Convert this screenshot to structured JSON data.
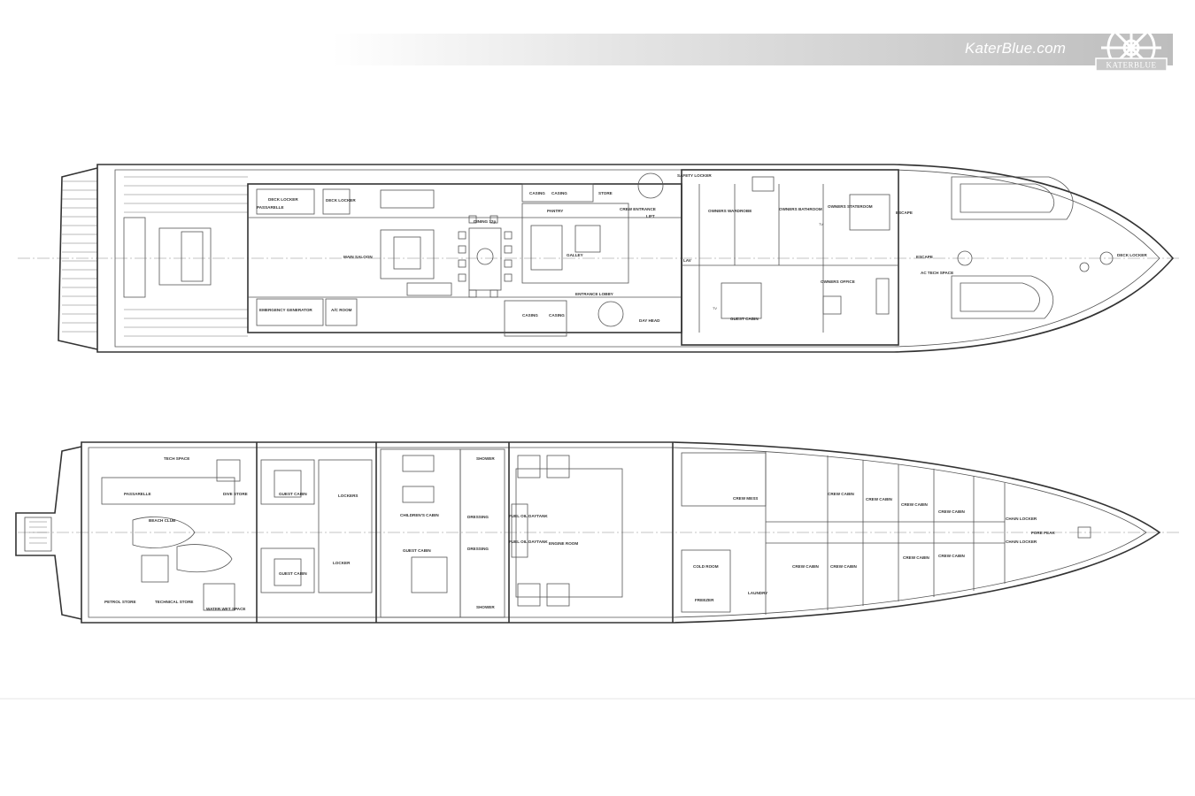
{
  "header": {
    "brand": "KaterBlue.com",
    "logo_text": "KATERBLUE",
    "logo_icon": "ship-wheel-icon"
  },
  "main_deck": {
    "labels": {
      "passarelle": "PASSARELLE",
      "deck_locker_aft": "DECK LOCKER",
      "deck_locker_2": "DECK LOCKER",
      "main_saloon": "MAIN SALOON",
      "dining": "DINING 12p",
      "pantry": "PANTRY",
      "galley": "GALLEY",
      "casing_1": "CASING",
      "casing_2": "CASING",
      "casing_3": "CASING",
      "casing_4": "CASING",
      "store": "STORE",
      "crew_entrance": "CREW ENTRANCE",
      "lift": "LIFT",
      "entrance_lobby": "ENTRANCE LOBBY",
      "emergency_generator": "EMERGENCY GENERATOR",
      "ac_room": "A/C ROOM",
      "day_head": "DAY HEAD",
      "safety_locker": "SAFETY LOCKER",
      "owners_wardrobe": "OWNERS WARDROBE",
      "owners_bathroom": "OWNERS BATHROOM",
      "owners_stateroom": "OWNERS STATEROOM",
      "owners_office": "OWNERS OFFICE",
      "guest_cabin": "GUEST CABIN",
      "escape": "ESCAPE",
      "escape_2": "ESCAPE",
      "ac_tech_space": "AC TECH SPACE",
      "deck_locker_fwd": "DECK LOCKER",
      "tv": "TV",
      "tv_2": "TV",
      "lav": "LAV"
    }
  },
  "lower_deck": {
    "labels": {
      "tech_space": "TECH SPACE",
      "passarelle": "PASSARELLE",
      "dive_store": "DIVE STORE",
      "beach_club": "BEACH CLUB",
      "technical_store": "TECHNICAL STORE",
      "petrol_store": "PETROL STORE",
      "water_wet_space": "WATER WET SPACE",
      "guest_cabin_1": "GUEST CABIN",
      "guest_cabin_2": "GUEST CABIN",
      "guest_cabin_3": "GUEST CABIN",
      "childrens_cabin": "CHILDREN'S CABIN",
      "lockers": "LOCKERS",
      "locker": "LOCKER",
      "shower_1": "SHOWER",
      "shower_2": "SHOWER",
      "dressing_1": "DRESSING",
      "dressing_2": "DRESSING",
      "fuel_oil_daytank_1": "FUEL OIL DAYTANK",
      "fuel_oil_daytank_2": "FUEL OIL DAYTANK",
      "engine_room": "ENGINE ROOM",
      "crew_mess": "CREW MESS",
      "cold_room": "COLD ROOM",
      "freezer": "FREEZER",
      "laundry": "LAUNDRY",
      "crew_cabin_1": "CREW CABIN",
      "crew_cabin_2": "CREW CABIN",
      "crew_cabin_3": "CREW CABIN",
      "crew_cabin_4": "CREW CABIN",
      "crew_cabin_5": "CREW CABIN",
      "crew_cabin_6": "CREW CABIN",
      "crew_cabin_7": "CREW CABIN",
      "crew_cabin_8": "CREW CABIN",
      "chain_locker_1": "CHAIN LOCKER",
      "chain_locker_2": "CHAIN LOCKER",
      "fore_peak": "FORE PEAK"
    }
  }
}
